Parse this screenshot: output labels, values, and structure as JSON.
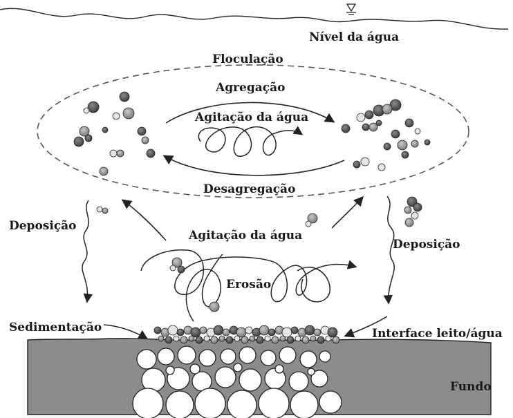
{
  "labels": {
    "water_level": "Nível da água",
    "flocculation": "Floculação",
    "aggregation": "Agregação",
    "agitation_top": "Agitação da água",
    "disaggregation": "Desagregação",
    "deposition_left": "Deposição",
    "agitation_mid": "Agitação da água",
    "deposition_right": "Deposição",
    "erosion": "Erosão",
    "sedimentation": "Sedimentação",
    "interface": "Interface leito/água",
    "bottom": "Fundo"
  },
  "colors": {
    "line": "#222222",
    "bed_fill": "#8c8c8c",
    "particle_dark": "#5a5a5a",
    "particle_mid": "#9a9a9a",
    "particle_light": "#d9d9d9"
  }
}
